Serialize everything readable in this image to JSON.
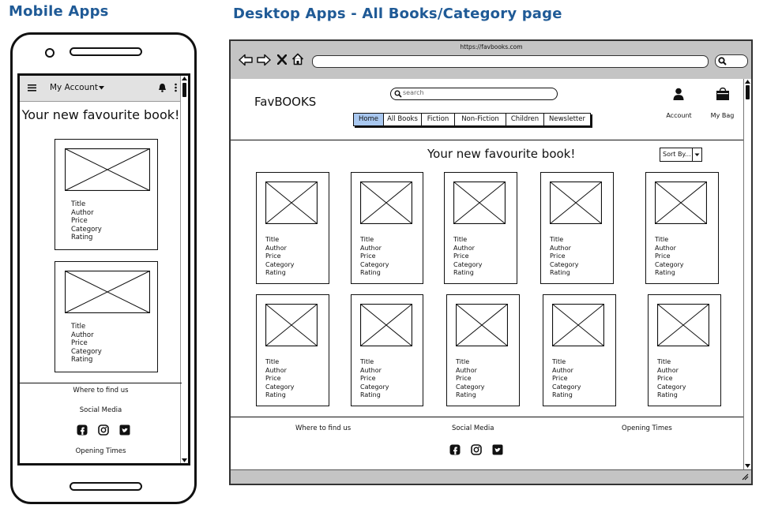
{
  "labels": {
    "mobile_title": "Mobile Apps",
    "desktop_title": "Desktop Apps - All Books/Category page"
  },
  "mobile": {
    "topbar": {
      "account_label": "My Account"
    },
    "heading": "Your new favourite book!",
    "cards": [
      {
        "fields": [
          "Title",
          "Author",
          "Price",
          "Category",
          "Rating"
        ]
      },
      {
        "fields": [
          "Title",
          "Author",
          "Price",
          "Category",
          "Rating"
        ]
      }
    ],
    "footer": {
      "where": "Where to find us",
      "social": "Social Media",
      "opening": "Opening Times",
      "icons": [
        "facebook-icon",
        "instagram-icon",
        "twitter-icon"
      ]
    }
  },
  "desktop": {
    "url": "https://favbooks.com",
    "logo": "FavBOOKS",
    "search_placeholder": "search",
    "account_label": "Account",
    "bag_label": "My Bag",
    "nav": [
      "Home",
      "All Books",
      "Fiction",
      "Non-Fiction",
      "Children",
      "Newsletter"
    ],
    "active_nav": "Home",
    "heading": "Your new favourite book!",
    "sort_label": "Sort By...",
    "card_fields": [
      "Title",
      "Author",
      "Price",
      "Category",
      "Rating"
    ],
    "footer": {
      "where": "Where to find us",
      "social": "Social Media",
      "opening": "Opening Times",
      "icons": [
        "facebook-icon",
        "instagram-icon",
        "twitter-icon"
      ]
    },
    "accent": "#a9c8f0"
  }
}
